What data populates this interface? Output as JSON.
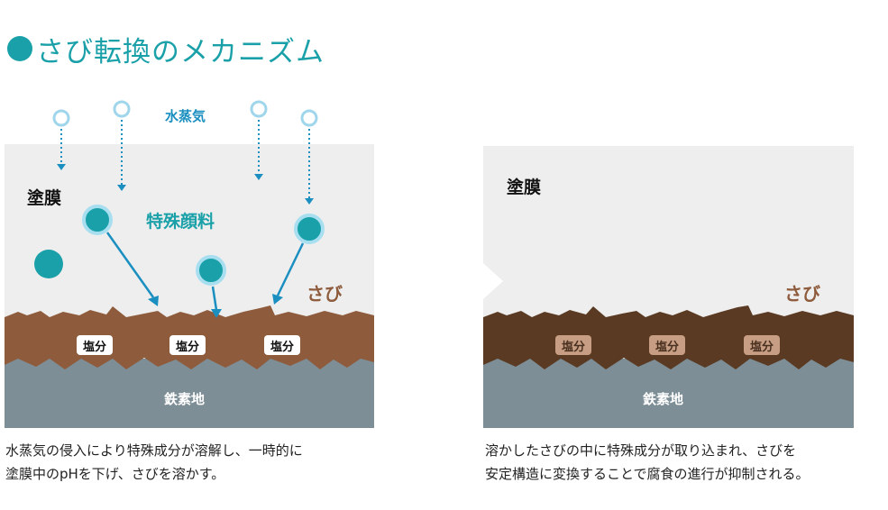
{
  "title": "さび転換のメカニズム",
  "left_panel": {
    "coating_label": "塗膜",
    "vapor_label": "水蒸気",
    "pigment_label": "特殊顔料",
    "rust_label": "さび",
    "salt_labels": [
      "塩分",
      "塩分",
      "塩分"
    ],
    "iron_label": "鉄素地",
    "description": [
      "水蒸気の侵入により特殊成分が溶解し、一時的に",
      "塗膜中のpHを下げ、さびを溶かす。"
    ]
  },
  "right_panel": {
    "coating_label": "塗膜",
    "rust_label": "さび",
    "salt_labels": [
      "塩分",
      "塩分",
      "塩分"
    ],
    "iron_label": "鉄素地",
    "description": [
      "溶かしたさびの中に特殊成分が取り込まれ、さびを",
      "安定構造に変換することで腐食の進行が抑制される。"
    ]
  },
  "colors": {
    "accent": "#1aa0a8",
    "vapor": "#1a8fc0",
    "coating": "#eeeeee",
    "rust_left": "#8e5b3c",
    "rust_right": "#5a3a22",
    "iron": "#7e8e96",
    "rust_text": "#8e5b3c"
  },
  "icons": [
    "vapor-droplet-icon",
    "pigment-particle-icon",
    "arrow-icon"
  ]
}
